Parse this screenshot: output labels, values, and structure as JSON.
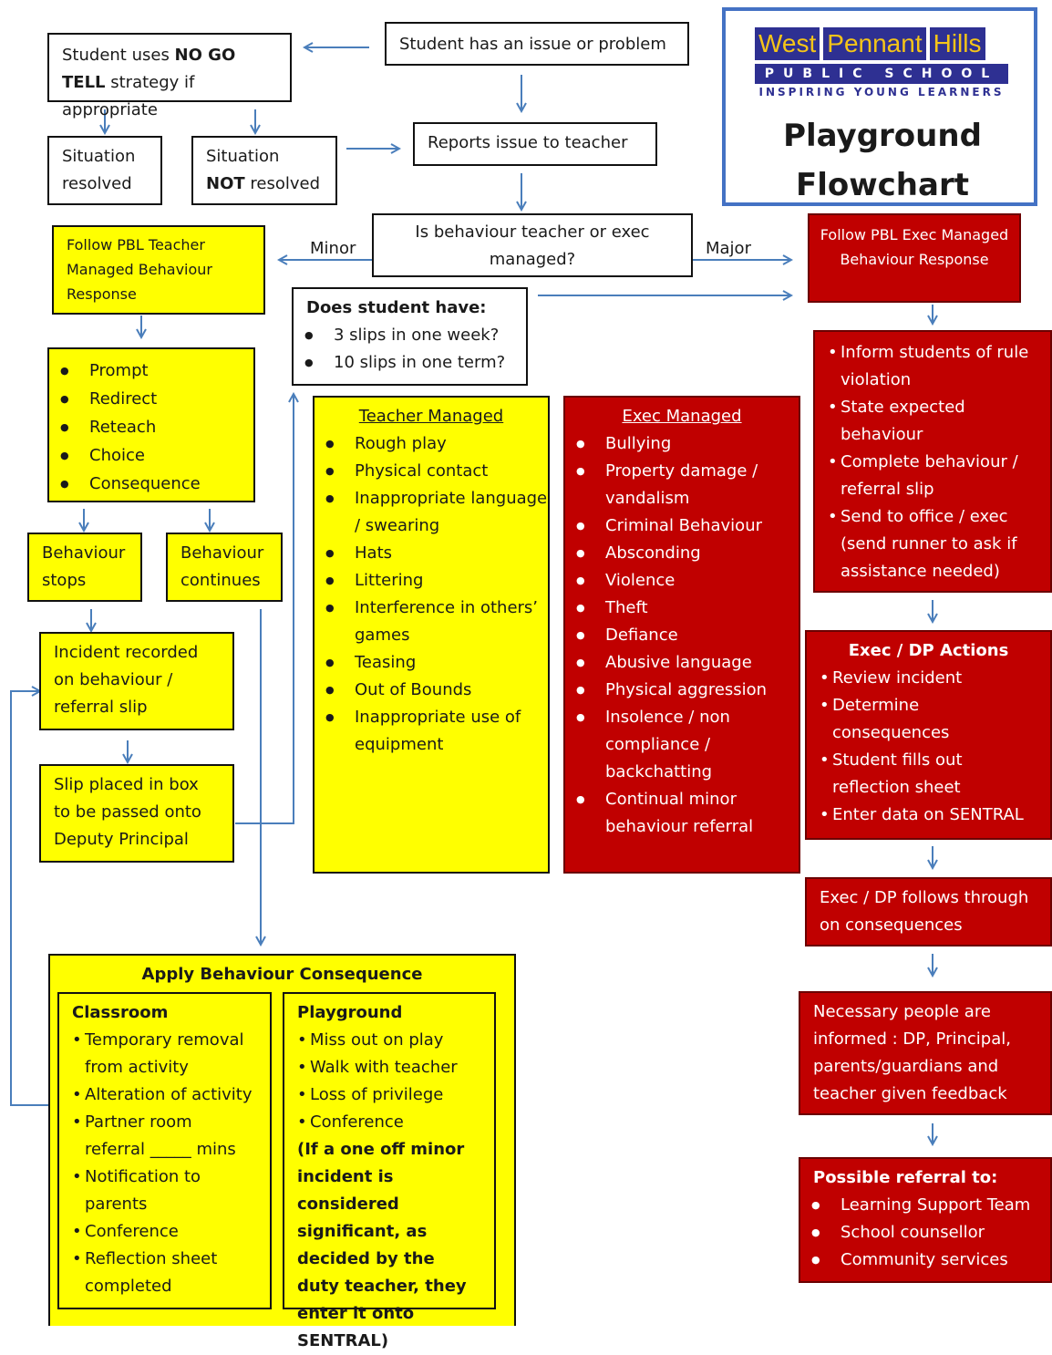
{
  "logo": {
    "word1": "West",
    "word2": "Pennant",
    "word3": "Hills",
    "line2": "PUBLIC SCHOOL",
    "tagline": "INSPIRING YOUNG LEARNERS",
    "title": "Playground Flowchart"
  },
  "issue": "Student has an issue or problem",
  "nogotell": {
    "pre": "Student uses ",
    "bold": "NO GO TELL",
    "post": " strategy if appropriate"
  },
  "resolved": "Situation resolved",
  "not_resolved": {
    "pre": "Situation ",
    "bold": "NOT",
    "post": " resolved"
  },
  "reports": "Reports issue to teacher",
  "question": "Is behaviour teacher or exec managed?",
  "minor": "Minor",
  "major": "Major",
  "pbl_teacher": "Follow PBL Teacher Managed Behaviour Response",
  "pbl_exec": "Follow PBL Exec Managed Behaviour Response",
  "slips": {
    "title": "Does student have:",
    "items": [
      "3 slips in one week?",
      "10 slips in one term?"
    ]
  },
  "prompt_list": [
    "Prompt",
    "Redirect",
    "Reteach",
    "Choice",
    "Consequence"
  ],
  "stops": "Behaviour stops",
  "continues": "Behaviour continues",
  "recorded": "Incident recorded on behaviour / referral slip",
  "slip_box": "Slip placed in box to be passed onto Deputy Principal",
  "teacher_managed": {
    "title": "Teacher Managed",
    "items": [
      "Rough play",
      "Physical contact",
      "Inappropriate language / swearing",
      "Hats",
      "Littering",
      "Interference in others’ games",
      "Teasing",
      "Out of Bounds",
      "Inappropriate use of equipment"
    ]
  },
  "exec_managed": {
    "title": "Exec Managed",
    "items": [
      "Bullying",
      "Property damage / vandalism",
      "Criminal Behaviour",
      "Absconding",
      "Violence",
      "Theft",
      "Defiance",
      "Abusive language",
      "Physical aggression",
      "Insolence / non compliance / backchatting",
      "Continual minor behaviour referral"
    ]
  },
  "inform": [
    "Inform students of rule violation",
    "State expected behaviour",
    "Complete behaviour / referral slip",
    "Send to office / exec (send runner to ask if assistance needed)"
  ],
  "exec_actions": {
    "title": "Exec / DP Actions",
    "items": [
      "Review incident",
      "Determine consequences",
      "Student fills out reflection sheet",
      "Enter data on SENTRAL"
    ]
  },
  "follows": "Exec / DP follows through on consequences",
  "necessary": "Necessary people are informed : DP, Principal, parents/guardians and teacher given feedback",
  "referral": {
    "title": "Possible referral to:",
    "items": [
      "Learning Support Team",
      "School counsellor",
      "Community services"
    ]
  },
  "consequence": {
    "title": "Apply Behaviour Consequence",
    "classroom": {
      "title": "Classroom",
      "items": [
        "Temporary removal from activity",
        "Alteration of activity",
        "Partner room referral _____ mins",
        "Notification to parents",
        "Conference",
        "Reflection sheet completed"
      ]
    },
    "playground": {
      "title": "Playground",
      "items": [
        "Miss out on play",
        "Walk with teacher",
        "Loss of privilege",
        "Conference"
      ],
      "note": "(If a one off minor incident is considered significant, as decided by the duty teacher, they enter it onto SENTRAL)"
    }
  },
  "colors": {
    "yellow": "#ffff00",
    "red": "#c00000",
    "arrow": "#4a7ebb",
    "logo_blue": "#2e3092"
  }
}
